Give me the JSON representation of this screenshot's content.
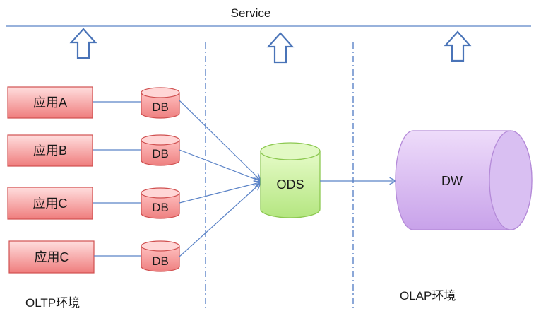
{
  "service": {
    "label": "Service"
  },
  "apps": [
    {
      "label": "应用A"
    },
    {
      "label": "应用B"
    },
    {
      "label": "应用C"
    },
    {
      "label": "应用C"
    }
  ],
  "dbs": [
    {
      "label": "DB"
    },
    {
      "label": "DB"
    },
    {
      "label": "DB"
    },
    {
      "label": "DB"
    }
  ],
  "ods": {
    "label": "ODS"
  },
  "dw": {
    "label": "DW"
  },
  "zones": {
    "oltp_label": "OLTP环境",
    "olap_label": "OLAP环境"
  },
  "colors": {
    "line": "#5b83c7",
    "app_fill_top": "#ffd3d3",
    "app_fill_bottom": "#f07a7a",
    "db_fill": "#f9a3a3",
    "ods_fill": "#c9f09a",
    "dw_fill": "#d8b8f0",
    "arrow_outline": "#4a74b8"
  }
}
